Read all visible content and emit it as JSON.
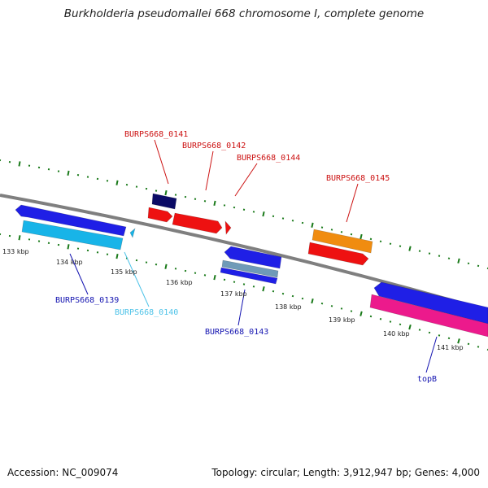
{
  "title": "Burkholderia pseudomallei 668 chromosome I, complete genome",
  "footer": {
    "accession": "Accession: NC_009074",
    "stats": "Topology: circular; Length: 3,912,947 bp; Genes: 4,000"
  },
  "colors": {
    "backbone": "#7f7f7f",
    "ticks": "#1a7a1a",
    "blue": "#1f1fe6",
    "navy": "#0b0b66",
    "red": "#ee1111",
    "orange": "#f08c10",
    "cyan": "#18b4e8",
    "steel": "#6f9ab8",
    "pink": "#ec1a8c"
  },
  "ticks": {
    "labels": [
      "133 kbp",
      "134 kbp",
      "135 kbp",
      "136 kbp",
      "137 kbp",
      "138 kbp",
      "139 kbp",
      "140 kbp",
      "141 kbp"
    ]
  },
  "genes": [
    {
      "id": "BURPS668_0139",
      "label": "BURPS668_0139",
      "color": "#1212b0"
    },
    {
      "id": "BURPS668_0140",
      "label": "BURPS668_0140",
      "color": "#4fc3e8"
    },
    {
      "id": "BURPS668_0141",
      "label": "BURPS668_0141",
      "color": "#cc1111"
    },
    {
      "id": "BURPS668_0142",
      "label": "BURPS668_0142",
      "color": "#cc1111"
    },
    {
      "id": "BURPS668_0143",
      "label": "BURPS668_0143",
      "color": "#1212b0"
    },
    {
      "id": "BURPS668_0144",
      "label": "BURPS668_0144",
      "color": "#cc1111"
    },
    {
      "id": "BURPS668_0145",
      "label": "BURPS668_0145",
      "color": "#cc1111"
    },
    {
      "id": "topB",
      "label": "topB",
      "color": "#1212b0"
    }
  ]
}
